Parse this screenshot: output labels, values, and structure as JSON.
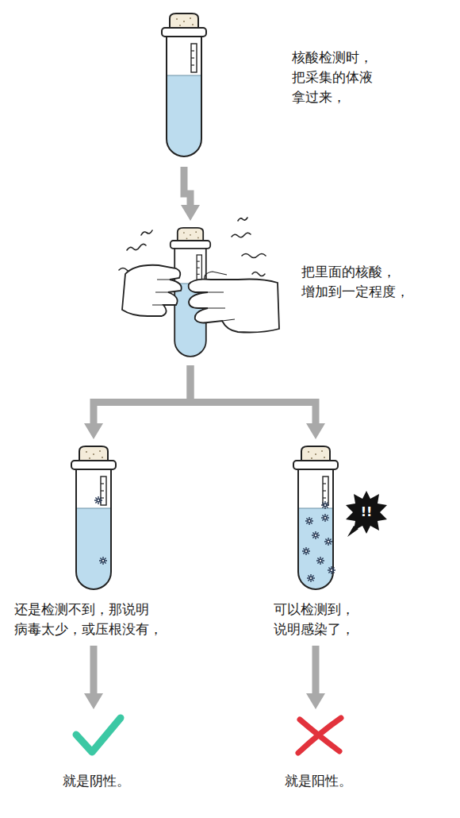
{
  "diagram": {
    "nodes": [
      {
        "text": [
          "核酸检测时， 把采集的体液 拿过来，"
        ]
      },
      {
        "text": [
          "把里面的核酸， 增加到一定程度，"
        ]
      },
      {
        "text": [
          "还是检测不到，那说明 病毒太少，或压根没有，"
        ]
      },
      {
        "text": [
          "可以检测到， 说明感染了，"
        ]
      },
      {
        "text": [
          "就是阴性。"
        ]
      },
      {
        "text": [
          "就是阳性。"
        ]
      }
    ],
    "edges": [
      {
        "from": 0,
        "to": 1,
        "arrow": "to"
      },
      {
        "from": 1,
        "to": 2,
        "arrow": "to"
      },
      {
        "from": 1,
        "to": 3,
        "arrow": "to"
      },
      {
        "from": 2,
        "to": 4,
        "arrow": "to"
      },
      {
        "from": 3,
        "to": 5,
        "arrow": "to"
      }
    ],
    "labels": [
      "!!"
    ]
  }
}
